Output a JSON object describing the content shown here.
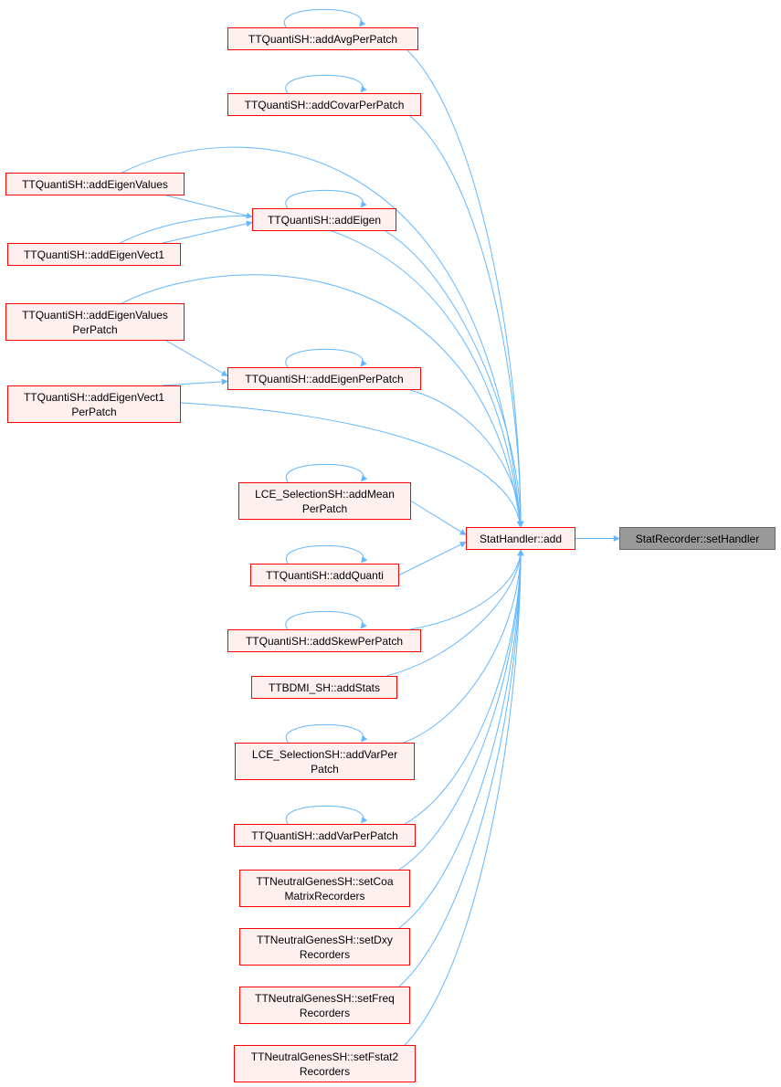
{
  "diagram": {
    "root": {
      "id": "setHandler",
      "label": "StatRecorder::setHandler"
    },
    "hub": {
      "id": "add",
      "lines": [
        "StatHandler::add"
      ]
    },
    "nodes": [
      {
        "id": "addAvgPerPatch",
        "lines": [
          "TTQuantiSH::addAvgPerPatch"
        ],
        "self_call": true
      },
      {
        "id": "addCovarPerPatch",
        "lines": [
          "TTQuantiSH::addCovarPerPatch"
        ],
        "self_call": true
      },
      {
        "id": "addEigenValues",
        "lines": [
          "TTQuantiSH::addEigenValues"
        ],
        "self_call": false
      },
      {
        "id": "addEigen",
        "lines": [
          "TTQuantiSH::addEigen"
        ],
        "self_call": true
      },
      {
        "id": "addEigenVect1",
        "lines": [
          "TTQuantiSH::addEigenVect1"
        ],
        "self_call": false
      },
      {
        "id": "addEigenValuesPerPatch",
        "lines": [
          "TTQuantiSH::addEigenValues",
          "PerPatch"
        ],
        "self_call": false
      },
      {
        "id": "addEigenPerPatch",
        "lines": [
          "TTQuantiSH::addEigenPerPatch"
        ],
        "self_call": true
      },
      {
        "id": "addEigenVect1PerPatch",
        "lines": [
          "TTQuantiSH::addEigenVect1",
          "PerPatch"
        ],
        "self_call": false
      },
      {
        "id": "addMeanPerPatch",
        "lines": [
          "LCE_SelectionSH::addMean",
          "PerPatch"
        ],
        "self_call": true
      },
      {
        "id": "addQuanti",
        "lines": [
          "TTQuantiSH::addQuanti"
        ],
        "self_call": true
      },
      {
        "id": "addSkewPerPatch",
        "lines": [
          "TTQuantiSH::addSkewPerPatch"
        ],
        "self_call": true
      },
      {
        "id": "addStats",
        "lines": [
          "TTBDMI_SH::addStats"
        ],
        "self_call": false
      },
      {
        "id": "addVarPerPatchLCE",
        "lines": [
          "LCE_SelectionSH::addVarPer",
          "Patch"
        ],
        "self_call": true
      },
      {
        "id": "addVarPerPatch",
        "lines": [
          "TTQuantiSH::addVarPerPatch"
        ],
        "self_call": true
      },
      {
        "id": "setCoaMatrixRecorders",
        "lines": [
          "TTNeutralGenesSH::setCoa",
          "MatrixRecorders"
        ],
        "self_call": false
      },
      {
        "id": "setDxyRecorders",
        "lines": [
          "TTNeutralGenesSH::setDxy",
          "Recorders"
        ],
        "self_call": false
      },
      {
        "id": "setFreqRecorders",
        "lines": [
          "TTNeutralGenesSH::setFreq",
          "Recorders"
        ],
        "self_call": false
      },
      {
        "id": "setFstat2Recorders",
        "lines": [
          "TTNeutralGenesSH::setFstat2",
          "Recorders"
        ],
        "self_call": false
      }
    ],
    "edges": [
      [
        "add",
        "setHandler"
      ],
      [
        "addAvgPerPatch",
        "add"
      ],
      [
        "addCovarPerPatch",
        "add"
      ],
      [
        "addEigenValues",
        "add"
      ],
      [
        "addEigenValues",
        "addEigen"
      ],
      [
        "addEigen",
        "add"
      ],
      [
        "addEigenVect1",
        "add"
      ],
      [
        "addEigenVect1",
        "addEigen"
      ],
      [
        "addEigenValuesPerPatch",
        "add"
      ],
      [
        "addEigenValuesPerPatch",
        "addEigenPerPatch"
      ],
      [
        "addEigenPerPatch",
        "add"
      ],
      [
        "addEigenVect1PerPatch",
        "add"
      ],
      [
        "addEigenVect1PerPatch",
        "addEigenPerPatch"
      ],
      [
        "addMeanPerPatch",
        "add"
      ],
      [
        "addQuanti",
        "add"
      ],
      [
        "addSkewPerPatch",
        "add"
      ],
      [
        "addStats",
        "add"
      ],
      [
        "addVarPerPatchLCE",
        "add"
      ],
      [
        "addVarPerPatch",
        "add"
      ],
      [
        "setCoaMatrixRecorders",
        "add"
      ],
      [
        "setDxyRecorders",
        "add"
      ],
      [
        "setFreqRecorders",
        "add"
      ],
      [
        "setFstat2Recorders",
        "add"
      ]
    ],
    "colors": {
      "edge": "#63b8ff",
      "node_border": "#ff0000",
      "node_fill": "#fff0f0",
      "root_fill": "#999999",
      "root_border": "#666666"
    }
  }
}
